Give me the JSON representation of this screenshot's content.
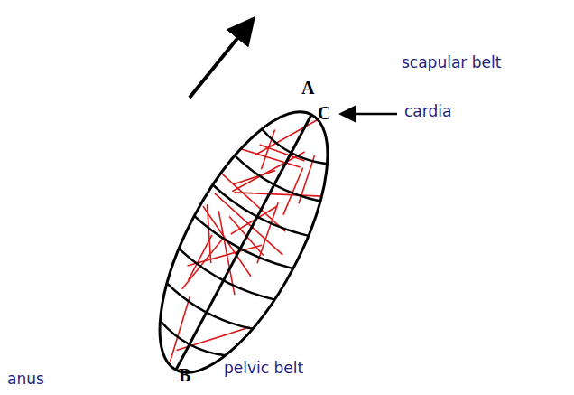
{
  "diagram": {
    "labels": [
      "scapular belt",
      "A",
      "C",
      "cardia",
      "pelvic belt",
      "anus",
      "B"
    ]
  }
}
